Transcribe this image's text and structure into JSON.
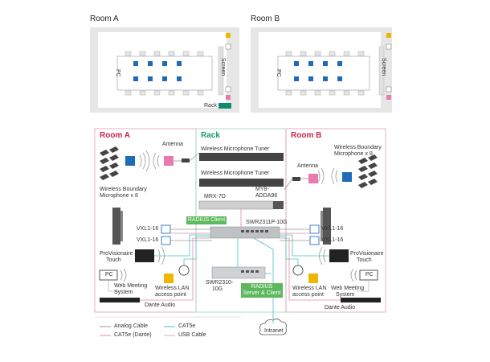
{
  "floor_plans": {
    "room_a": {
      "title": "Room A",
      "pc_label": "PC",
      "screen_label": "Screen",
      "rack_label": "Rack"
    },
    "room_b": {
      "title": "Room B",
      "pc_label": "PC",
      "screen_label": "Screen"
    }
  },
  "sections": {
    "room_a": {
      "title": "Room A"
    },
    "rack": {
      "title": "Rack"
    },
    "room_b": {
      "title": "Room B"
    }
  },
  "room_a_labels": {
    "antenna": "Antenna",
    "boundary_mic_line1": "Wireless Boundary",
    "boundary_mic_line2": "Microphone x 8",
    "vxl_1": "VXL1-16",
    "vxl_2": "VXL1-16",
    "provisionaire_line1": "ProVisionaire",
    "provisionaire_line2": "Touch",
    "pc": "PC",
    "web_meeting_line1": "Web Meeting",
    "web_meeting_line2": "System",
    "wlan_line1": "Wireless LAN",
    "wlan_line2": "access point",
    "dante": "Dante Audio"
  },
  "rack_labels": {
    "tuner_1": "Wireless Microphone Tuner",
    "tuner_2": "Wireless Microphone Tuner",
    "mrx": "MRX-7D",
    "my8_line1": "MY8-",
    "my8_line2": "ADDA96",
    "radius_client": "RADIUS Client",
    "swr_poe": "SWR2311P-10G",
    "swr_main_line1": "SWR2310-",
    "swr_main_line2": "10G",
    "radius_server_line1": "RADIUS",
    "radius_server_line2": "Server & Client",
    "intranet": "Intranet"
  },
  "room_b_labels": {
    "boundary_mic_line1": "Wireless Boundary",
    "boundary_mic_line2": "Microphone x 8",
    "antenna": "Antenna",
    "vxl_1": "VXL1-16",
    "vxl_2": "VXL1-16",
    "provisionaire_line1": "ProVisionaire",
    "provisionaire_line2": "Touch",
    "pc": "PC",
    "wlan_line1": "Wireless LAN",
    "wlan_line2": "access point",
    "web_meeting_line1": "Web Meeting",
    "web_meeting_line2": "System",
    "dante": "Dante Audio"
  },
  "legend": {
    "analog": "Analog Cable",
    "cat5e": "CAT5e",
    "cat5e_dante": "CAT5e (Dante)",
    "usb": "USB Cable"
  },
  "colors": {
    "room_a_accent": "#c8264b",
    "rack_accent": "#1a9a72",
    "room_b_accent": "#c8264b",
    "blue_device": "#1f6bb5",
    "pink_device": "#e87ab0",
    "yellow_device": "#f2b600",
    "teal_device": "#0e8a6d",
    "analog_line": "#999999",
    "cat5e_line": "#4fc1c1",
    "dante_line": "#e58a9c",
    "usb_line": "#cccccc",
    "radius_green": "#5cb85c"
  }
}
